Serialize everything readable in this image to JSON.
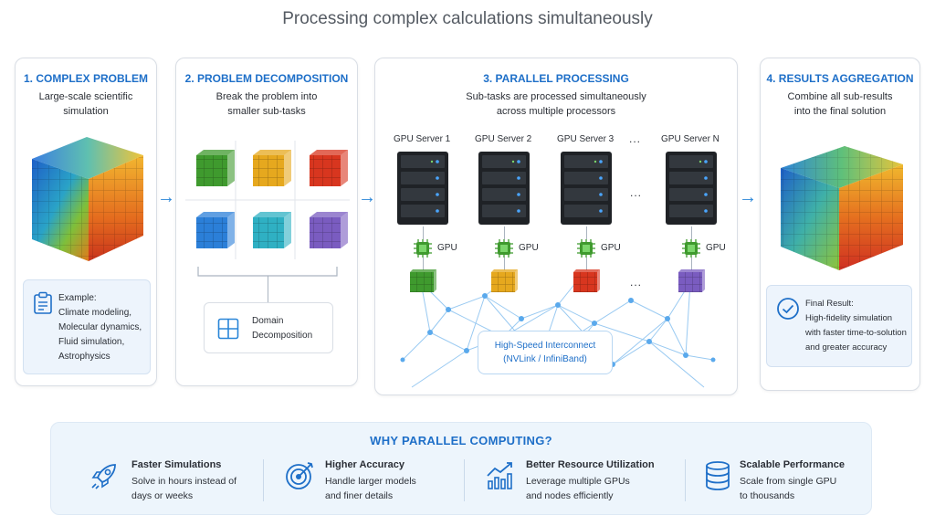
{
  "title": "Processing complex calculations simultaneously",
  "panels": [
    {
      "heading": "1. COMPLEX PROBLEM",
      "subtitle_lines": [
        "Large-scale scientific",
        "simulation"
      ]
    },
    {
      "heading": "2. PROBLEM DECOMPOSITION",
      "subtitle_lines": [
        "Break the problem into",
        "smaller sub-tasks"
      ]
    },
    {
      "heading": "3. PARALLEL PROCESSING",
      "subtitle_lines": [
        "Sub-tasks are processed simultaneously",
        "across multiple processors"
      ]
    },
    {
      "heading": "4. RESULTS AGGREGATION",
      "subtitle_lines": [
        "Combine all sub-results",
        "into the final solution"
      ]
    }
  ],
  "example_note": {
    "lines": [
      "Example:",
      "Climate modeling,",
      "Molecular dynamics,",
      "Fluid simulation,",
      "Astrophysics"
    ],
    "icon": "clipboard-icon"
  },
  "decomposition_note": {
    "lines": [
      "Domain",
      "Decomposition"
    ],
    "icon": "grid-icon"
  },
  "servers": [
    {
      "label": "GPU Server 1",
      "gpu": "GPU",
      "block_color": "#3f9a2e"
    },
    {
      "label": "GPU Server 2",
      "gpu": "GPU",
      "block_color": "#e6a81e"
    },
    {
      "label": "GPU Server 3",
      "gpu": "GPU",
      "block_color": "#d8361f"
    },
    {
      "label": "GPU Server N",
      "gpu": "GPU",
      "block_color": "#7a5cc0"
    }
  ],
  "ellipsis": "...",
  "interconnect_lines": [
    "High-Speed Interconnect",
    "(NVLink / InfiniBand)"
  ],
  "sub_blocks": [
    {
      "color": "#3f9a2e"
    },
    {
      "color": "#e6a81e"
    },
    {
      "color": "#d8361f"
    },
    {
      "color": "#2b7fd8"
    },
    {
      "color": "#2fb0c3"
    },
    {
      "color": "#7a5cc0"
    }
  ],
  "final_note": {
    "lines": [
      "Final Result:",
      "High-fidelity simulation",
      "with faster time-to-solution",
      "and greater accuracy"
    ],
    "icon": "check-circle-icon"
  },
  "why": {
    "heading": "WHY PARALLEL COMPUTING?",
    "benefits": [
      {
        "title": "Faster Simulations",
        "desc_lines": [
          "Solve in hours instead of",
          "days or weeks"
        ],
        "icon": "rocket-icon"
      },
      {
        "title": "Higher Accuracy",
        "desc_lines": [
          "Handle larger models",
          "and finer details"
        ],
        "icon": "target-icon"
      },
      {
        "title": "Better Resource Utilization",
        "desc_lines": [
          "Leverage multiple GPUs",
          "and nodes efficiently"
        ],
        "icon": "chart-growth-icon"
      },
      {
        "title": "Scalable Performance",
        "desc_lines": [
          "Scale from single GPU",
          "to thousands"
        ],
        "icon": "database-icon"
      }
    ]
  },
  "colors": {
    "accent": "#1e6fc8",
    "arrow": "#2a86d8",
    "panel_border": "#d9dee5",
    "note_bg": "#edf4fc"
  }
}
